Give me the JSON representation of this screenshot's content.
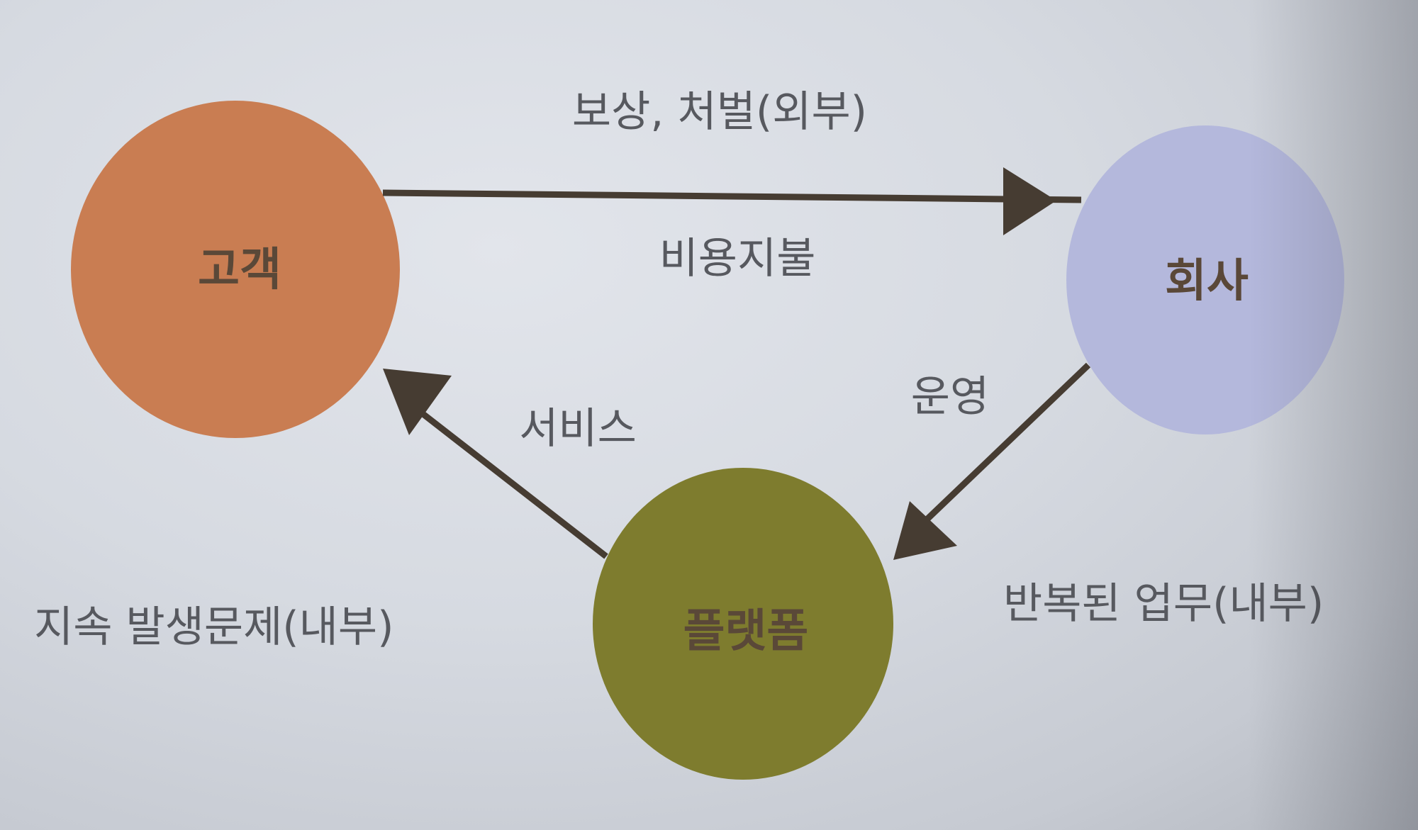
{
  "nodes": {
    "customer": {
      "label": "고객",
      "color": "#c97d52"
    },
    "company": {
      "label": "회사",
      "color": "#b4b8dc"
    },
    "platform": {
      "label": "플랫폼",
      "color": "#7e7c2e"
    }
  },
  "edges": {
    "customer_to_company": {
      "label_above": "보상, 처벌(외부)",
      "label_below": "비용지불"
    },
    "platform_to_customer": {
      "label": "서비스"
    },
    "company_to_platform": {
      "label": "운영"
    }
  },
  "notes": {
    "left": "지속 발생문제(내부)",
    "right": "반복된 업무(내부)"
  },
  "colors": {
    "arrow": "#463c32",
    "node_text": "#5a4838",
    "label_text": "#57595f"
  }
}
